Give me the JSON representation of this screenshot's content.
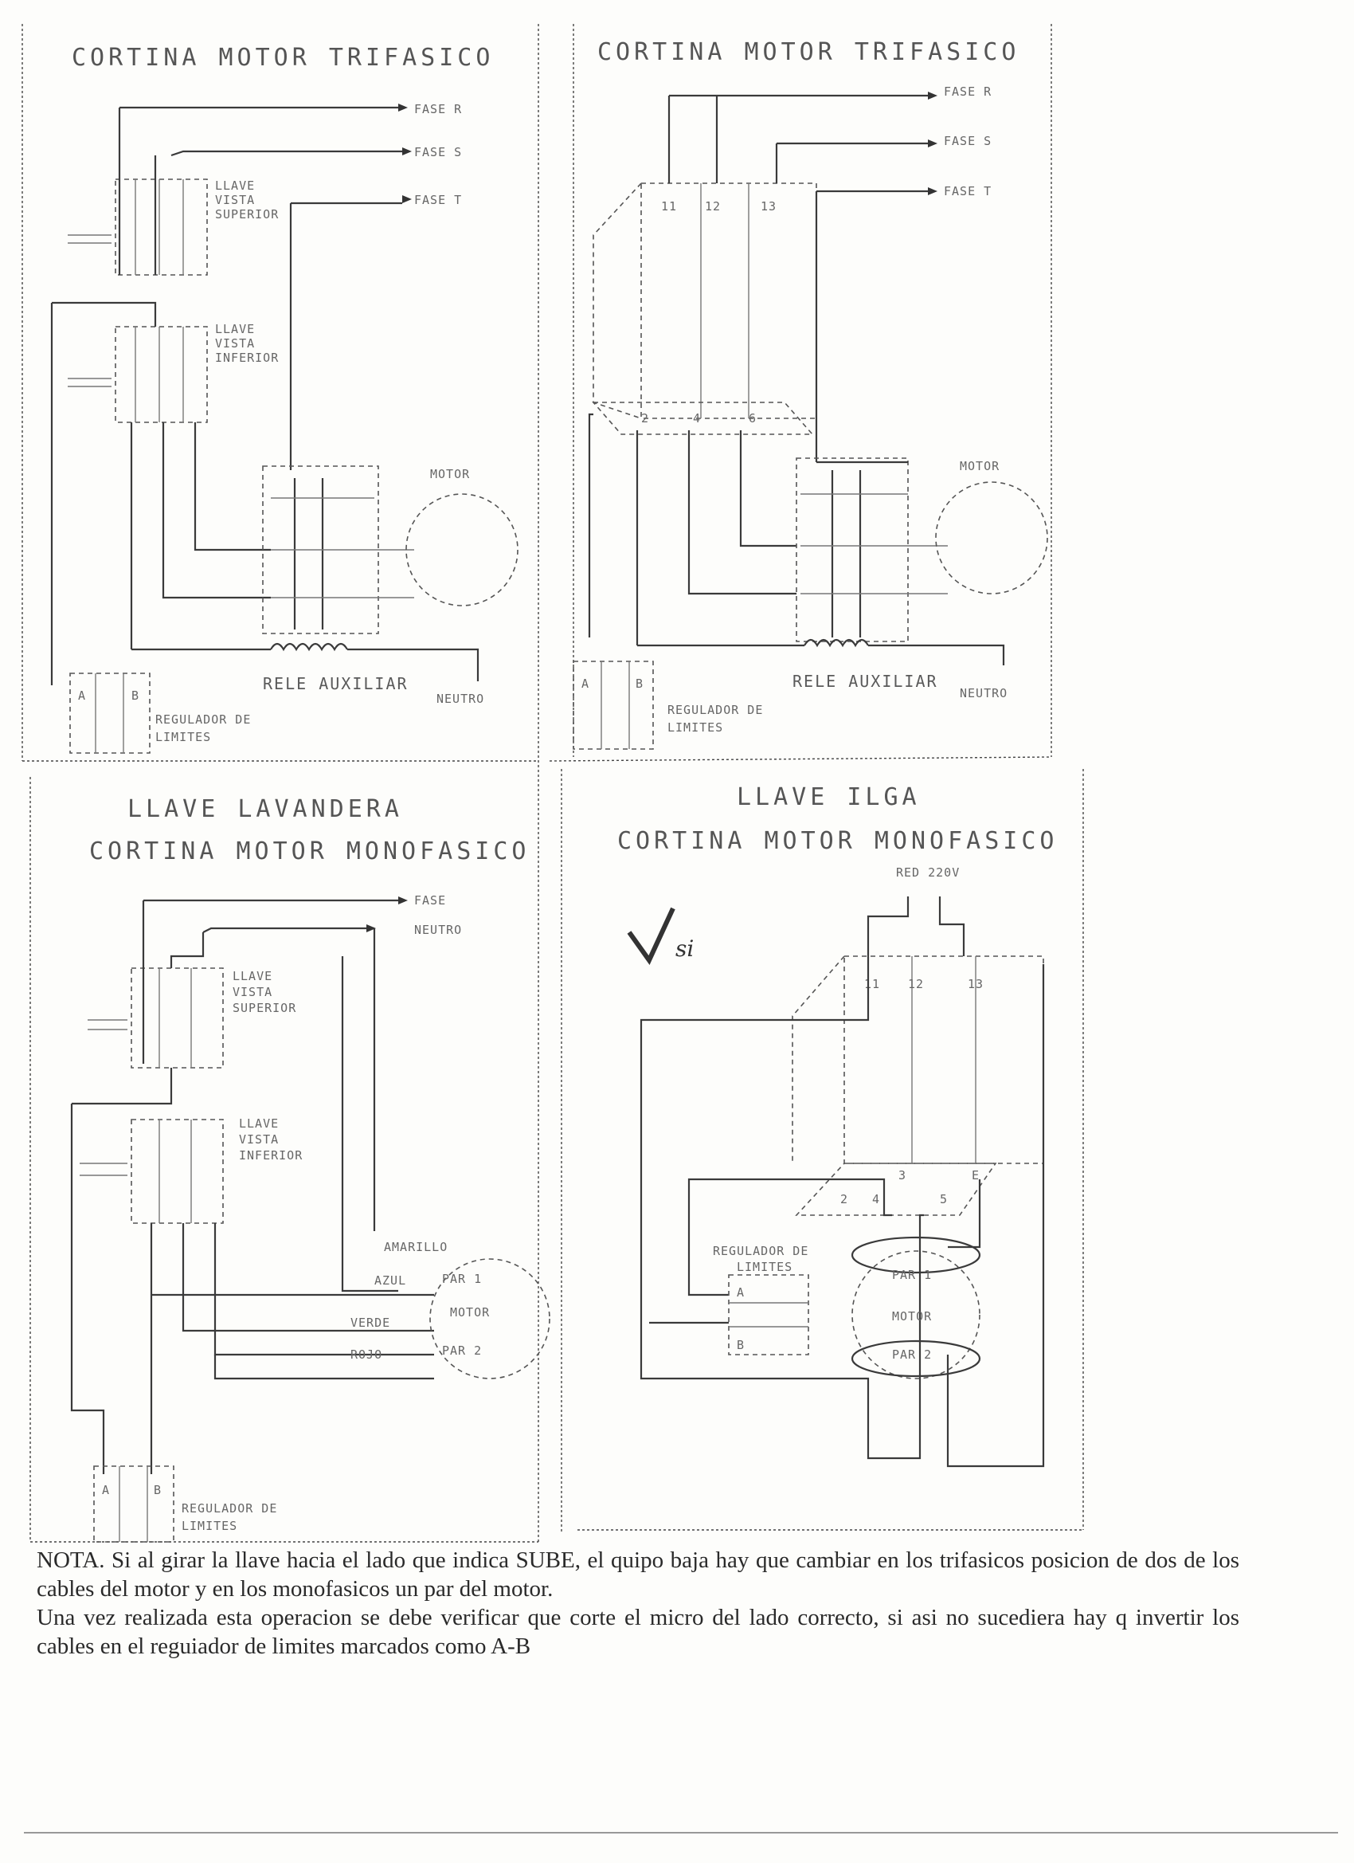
{
  "panels": [
    {
      "title": "CORTINA MOTOR TRIFASICO",
      "labels": {
        "fase_r": "FASE R",
        "fase_s": "FASE S",
        "fase_t": "FASE T",
        "llave_sup": [
          "LLAVE",
          "VISTA",
          "SUPERIOR"
        ],
        "llave_inf": [
          "LLAVE",
          "VISTA",
          "INFERIOR"
        ],
        "motor": "MOTOR",
        "rele": "RELE AUXILIAR",
        "neutro": "NEUTRO",
        "regulador": [
          "REGULADOR DE",
          "LIMITES"
        ],
        "terminals": [
          "A",
          "",
          "B"
        ]
      }
    },
    {
      "title": "CORTINA MOTOR TRIFASICO",
      "labels": {
        "fase_r": "FASE R",
        "fase_s": "FASE S",
        "fase_t": "FASE T",
        "terminals_top": [
          "11",
          "12",
          "13"
        ],
        "terminals_bottom": [
          "2",
          "4",
          "6"
        ],
        "motor": "MOTOR",
        "rele": "RELE AUXILIAR",
        "neutro": "NEUTRO",
        "regulador": [
          "REGULADOR DE",
          "LIMITES"
        ],
        "terminals": [
          "A",
          "",
          "B"
        ]
      }
    },
    {
      "heading": "LLAVE LAVANDERA",
      "title": "CORTINA MOTOR MONOFASICO",
      "labels": {
        "fase": "FASE",
        "neutro": "NEUTRO",
        "llave_sup": [
          "LLAVE",
          "VISTA",
          "SUPERIOR"
        ],
        "llave_inf": [
          "LLAVE",
          "VISTA",
          "INFERIOR"
        ],
        "amarillo": "AMARILLO",
        "azul": "AZUL",
        "verde": "VERDE",
        "rojo": "ROJO",
        "par1": "PAR 1",
        "par2": "PAR 2",
        "motor": "MOTOR",
        "regulador": [
          "REGULADOR DE",
          "LIMITES"
        ],
        "terminals": [
          "A",
          "",
          "B"
        ]
      }
    },
    {
      "heading": "LLAVE ILGA",
      "title": "CORTINA MOTOR MONOFASICO",
      "labels": {
        "red": "RED 220V",
        "terminals_top": [
          "11",
          "12",
          "13"
        ],
        "terminals_bottom": [
          "2",
          "4",
          "3",
          "5",
          "E"
        ],
        "regulador": [
          "REGULADOR DE",
          "LIMITES"
        ],
        "par1": "PAR 1",
        "par2": "PAR 2",
        "motor": "MOTOR",
        "terminals": [
          "A",
          "B"
        ]
      },
      "handwritten": "si"
    }
  ],
  "note": {
    "lines": [
      "NOTA. Si al girar la llave hacia el lado que indica SUBE, el quipo baja hay que cambiar en los trifasicos posicion de dos de los cables del motor y en los monofasicos un par del motor.",
      "Una vez realizada esta operacion se debe verificar que corte el micro del lado correcto, si asi no sucediera hay q invertir los cables en el reguiador de limites marcados como A-B"
    ]
  }
}
